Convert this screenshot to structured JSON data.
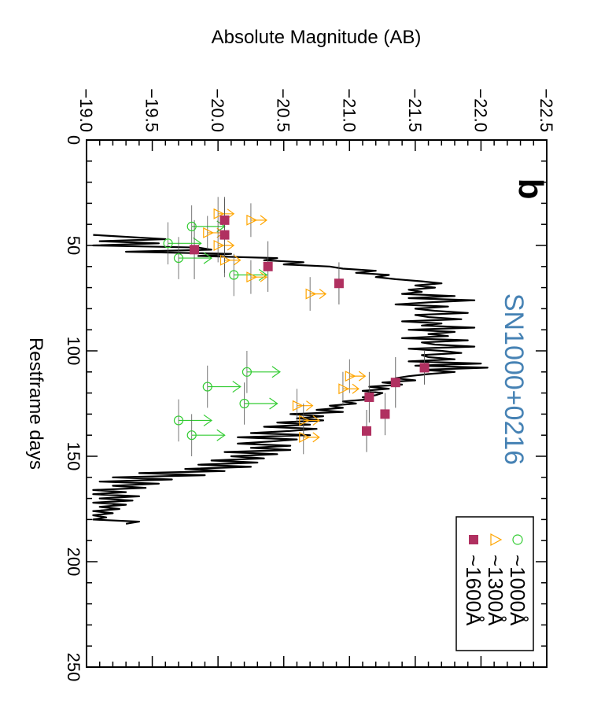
{
  "chart_data": {
    "type": "scatter",
    "rotation": "figure rotated 90 degrees clockwise",
    "panel_label": "b",
    "object_name": "SN1000+0216",
    "xlabel": "Restframe days",
    "ylabel": "Absolute Magnitude (AB)",
    "xlim": [
      0,
      250
    ],
    "ylim": [
      -19.0,
      -22.5
    ],
    "x_ticks": [
      0,
      50,
      100,
      150,
      200,
      250
    ],
    "y_ticks": [
      -19.0,
      -19.5,
      -20.0,
      -20.5,
      -21.0,
      -21.5,
      -22.0,
      -22.5
    ],
    "y_tick_labels": [
      "−19.0",
      "−19.5",
      "−20.0",
      "−20.5",
      "−21.0",
      "−21.5",
      "−22.0",
      "−22.5"
    ],
    "colors": {
      "object_name": "#4682b4",
      "c1000": "#33cc33",
      "c1300": "#ffa500",
      "c1600": "#b03060",
      "model": "#000000",
      "errorbar": "#555555"
    },
    "legend": {
      "placement": "bottom-right",
      "entries": [
        {
          "label": "~1000Å",
          "marker": "circle",
          "color_key": "c1000"
        },
        {
          "label": "~1300Å",
          "marker": "triangle",
          "color_key": "c1300"
        },
        {
          "label": "~1600Å",
          "marker": "square",
          "color_key": "c1600"
        }
      ]
    },
    "series": [
      {
        "name": "~1600Å",
        "marker": "square",
        "points": [
          {
            "x": 38,
            "y": -20.05,
            "xerr": 10
          },
          {
            "x": 45,
            "y": -20.05,
            "xerr": 18
          },
          {
            "x": 52,
            "y": -19.82,
            "xerr": 14
          },
          {
            "x": 60,
            "y": -20.38,
            "xerr": 12
          },
          {
            "x": 68,
            "y": -20.92,
            "xerr": 10
          },
          {
            "x": 108,
            "y": -21.57,
            "xerr": 8
          },
          {
            "x": 115,
            "y": -21.35,
            "xerr": 12
          },
          {
            "x": 122,
            "y": -21.15,
            "xerr": 12
          },
          {
            "x": 130,
            "y": -21.27,
            "xerr": 10
          },
          {
            "x": 138,
            "y": -21.13,
            "xerr": 10
          }
        ]
      },
      {
        "name": "~1300Å",
        "marker": "triangle",
        "upper_limit": true,
        "points": [
          {
            "x": 35,
            "y": -20.0,
            "xerr": 8
          },
          {
            "x": 38,
            "y": -20.25,
            "xerr": 8
          },
          {
            "x": 44,
            "y": -19.92,
            "xerr": 8
          },
          {
            "x": 50,
            "y": -20.0,
            "xerr": 8
          },
          {
            "x": 57,
            "y": -20.05,
            "xerr": 8
          },
          {
            "x": 65,
            "y": -20.25,
            "xerr": 8
          },
          {
            "x": 73,
            "y": -20.7,
            "xerr": 8
          },
          {
            "x": 112,
            "y": -21.0,
            "xerr": 8
          },
          {
            "x": 118,
            "y": -20.95,
            "xerr": 8
          },
          {
            "x": 126,
            "y": -20.6,
            "xerr": 8
          },
          {
            "x": 133,
            "y": -20.65,
            "xerr": 8
          },
          {
            "x": 141,
            "y": -20.65,
            "xerr": 8
          }
        ]
      },
      {
        "name": "~1000Å",
        "marker": "circle",
        "upper_limit": true,
        "points": [
          {
            "x": 41,
            "y": -19.8,
            "xerr": 10
          },
          {
            "x": 49,
            "y": -19.62,
            "xerr": 10
          },
          {
            "x": 56,
            "y": -19.7,
            "xerr": 10
          },
          {
            "x": 64,
            "y": -20.12,
            "xerr": 10
          },
          {
            "x": 110,
            "y": -20.22,
            "xerr": 10
          },
          {
            "x": 117,
            "y": -19.92,
            "xerr": 10
          },
          {
            "x": 125,
            "y": -20.2,
            "xerr": 10
          },
          {
            "x": 133,
            "y": -19.7,
            "xerr": 10
          },
          {
            "x": 140,
            "y": -19.8,
            "xerr": 10
          }
        ]
      },
      {
        "name": "model",
        "style": "line",
        "x": [
          45,
          47,
          48,
          49,
          50,
          51,
          52,
          53,
          54,
          55,
          56,
          57,
          58,
          59,
          60,
          61,
          62,
          63,
          64,
          65,
          66,
          67,
          68,
          69,
          70,
          71,
          72,
          73,
          74,
          75,
          76,
          77,
          78,
          79,
          80,
          81,
          82,
          83,
          84,
          85,
          86,
          87,
          88,
          89,
          90,
          91,
          92,
          93,
          94,
          95,
          96,
          97,
          98,
          99,
          100,
          101,
          102,
          103,
          104,
          105,
          106,
          107,
          108,
          109,
          110,
          111,
          112,
          113,
          114,
          115,
          116,
          117,
          118,
          119,
          120,
          121,
          122,
          123,
          124,
          125,
          126,
          127,
          128,
          129,
          130,
          131,
          132,
          133,
          134,
          135,
          136,
          137,
          138,
          139,
          140,
          141,
          142,
          143,
          144,
          145,
          146,
          147,
          148,
          149,
          150,
          151,
          152,
          153,
          154,
          155,
          156,
          157,
          158,
          159,
          160,
          161,
          162,
          163,
          164,
          165,
          166,
          167,
          168,
          169,
          170,
          171,
          172,
          173,
          174,
          175,
          176,
          177,
          178,
          179,
          180,
          181,
          182
        ],
        "y": [
          -19.05,
          -19.6,
          -19.1,
          -19.55,
          -19.05,
          -19.85,
          -19.95,
          -19.3,
          -20.1,
          -19.85,
          -20.45,
          -20.35,
          -20.65,
          -20.5,
          -20.85,
          -20.95,
          -21.2,
          -21.05,
          -21.3,
          -21.2,
          -21.35,
          -21.55,
          -21.7,
          -21.5,
          -21.65,
          -21.45,
          -21.55,
          -21.4,
          -21.8,
          -21.45,
          -21.95,
          -21.6,
          -21.35,
          -21.75,
          -21.5,
          -21.65,
          -21.9,
          -21.5,
          -21.6,
          -21.85,
          -21.4,
          -21.7,
          -21.55,
          -21.95,
          -21.45,
          -21.8,
          -21.6,
          -21.75,
          -21.4,
          -21.9,
          -21.55,
          -21.65,
          -21.95,
          -21.45,
          -21.7,
          -21.85,
          -21.55,
          -21.6,
          -21.8,
          -21.45,
          -22.0,
          -21.5,
          -22.05,
          -21.55,
          -21.8,
          -21.6,
          -21.45,
          -21.35,
          -21.5,
          -21.25,
          -21.4,
          -21.15,
          -21.3,
          -21.1,
          -21.25,
          -21.2,
          -21.1,
          -21.15,
          -20.95,
          -21.05,
          -20.85,
          -20.95,
          -20.75,
          -20.95,
          -20.55,
          -20.8,
          -20.6,
          -20.8,
          -20.45,
          -20.7,
          -20.35,
          -20.75,
          -20.55,
          -20.25,
          -20.7,
          -20.15,
          -20.6,
          -20.4,
          -20.15,
          -20.55,
          -20.25,
          -20.55,
          -20.05,
          -20.45,
          -20.1,
          -20.35,
          -19.95,
          -20.3,
          -19.85,
          -20.25,
          -19.75,
          -20.05,
          -19.4,
          -19.9,
          -19.2,
          -19.65,
          -19.1,
          -19.55,
          -19.2,
          -19.45,
          -19.05,
          -19.3,
          -19.05,
          -19.4,
          -19.1,
          -19.35,
          -19.05,
          -19.3,
          -19.1,
          -19.25,
          -19.05,
          -19.2,
          -19.05,
          -19.15,
          -19.05,
          -19.4,
          -19.3
        ]
      }
    ]
  }
}
